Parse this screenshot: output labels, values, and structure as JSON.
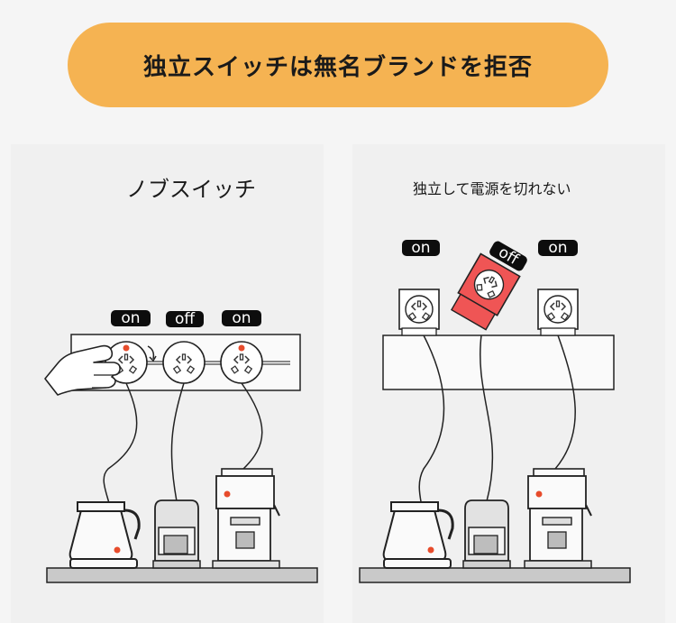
{
  "header": {
    "title": "独立スイッチは無名ブランドを拒否"
  },
  "left_panel": {
    "caption": "ノブスイッチ",
    "switch_states": [
      "on",
      "off",
      "on"
    ]
  },
  "right_panel": {
    "caption": "独立して電源を切れない",
    "plug_states": [
      "on",
      "off",
      "on"
    ]
  },
  "colors": {
    "banner": "#f5b352",
    "indicator": "#e74c2c",
    "pulled_plug": "#ef5555"
  }
}
